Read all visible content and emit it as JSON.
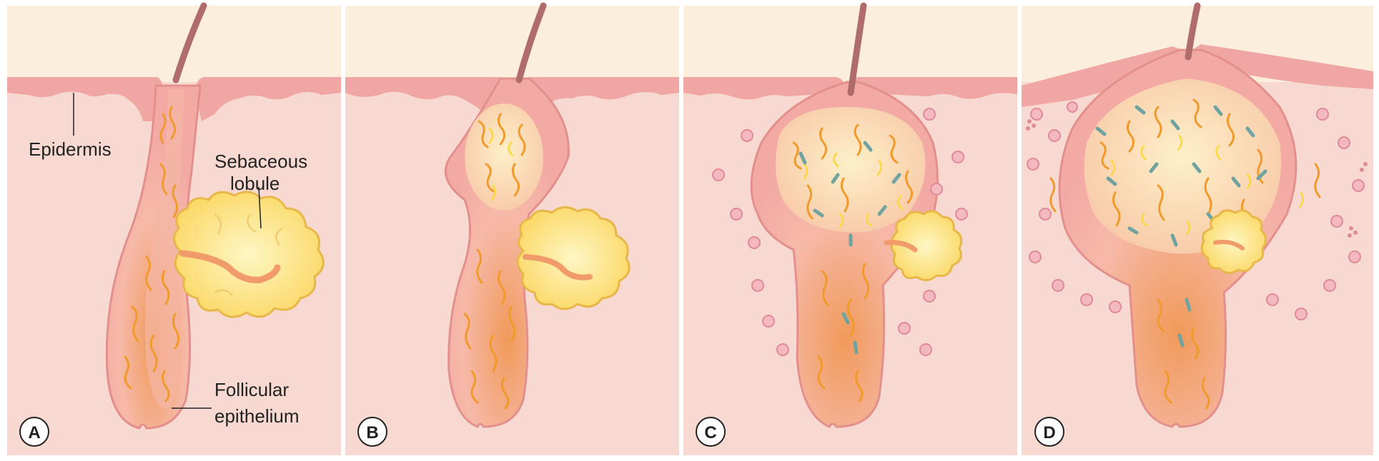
{
  "panels": [
    {
      "letter": "A"
    },
    {
      "letter": "B"
    },
    {
      "letter": "C"
    },
    {
      "letter": "D"
    }
  ],
  "labels": {
    "epidermis": "Epidermis",
    "sebaceous_line1": "Sebaceous",
    "sebaceous_line2": "lobule",
    "follicular_line1": "Follicular",
    "follicular_line2": "epithelium"
  },
  "colors": {
    "sky": "#fbeedd",
    "dermis": "#f8d9d1",
    "epithelium": "#f0a6a2",
    "epithelium_dark": "#e38f8c",
    "follicle_inner": "#f6b9b0",
    "hair": "#b06b6b",
    "keratin_orange": "#f19a2c",
    "keratin_yellow": "#fbd93a",
    "sebum": "#fde48a",
    "sebum_edge": "#e8b74a",
    "bacteria": "#6fa3a0",
    "inflammatory_cell": "#f3b8c0"
  }
}
